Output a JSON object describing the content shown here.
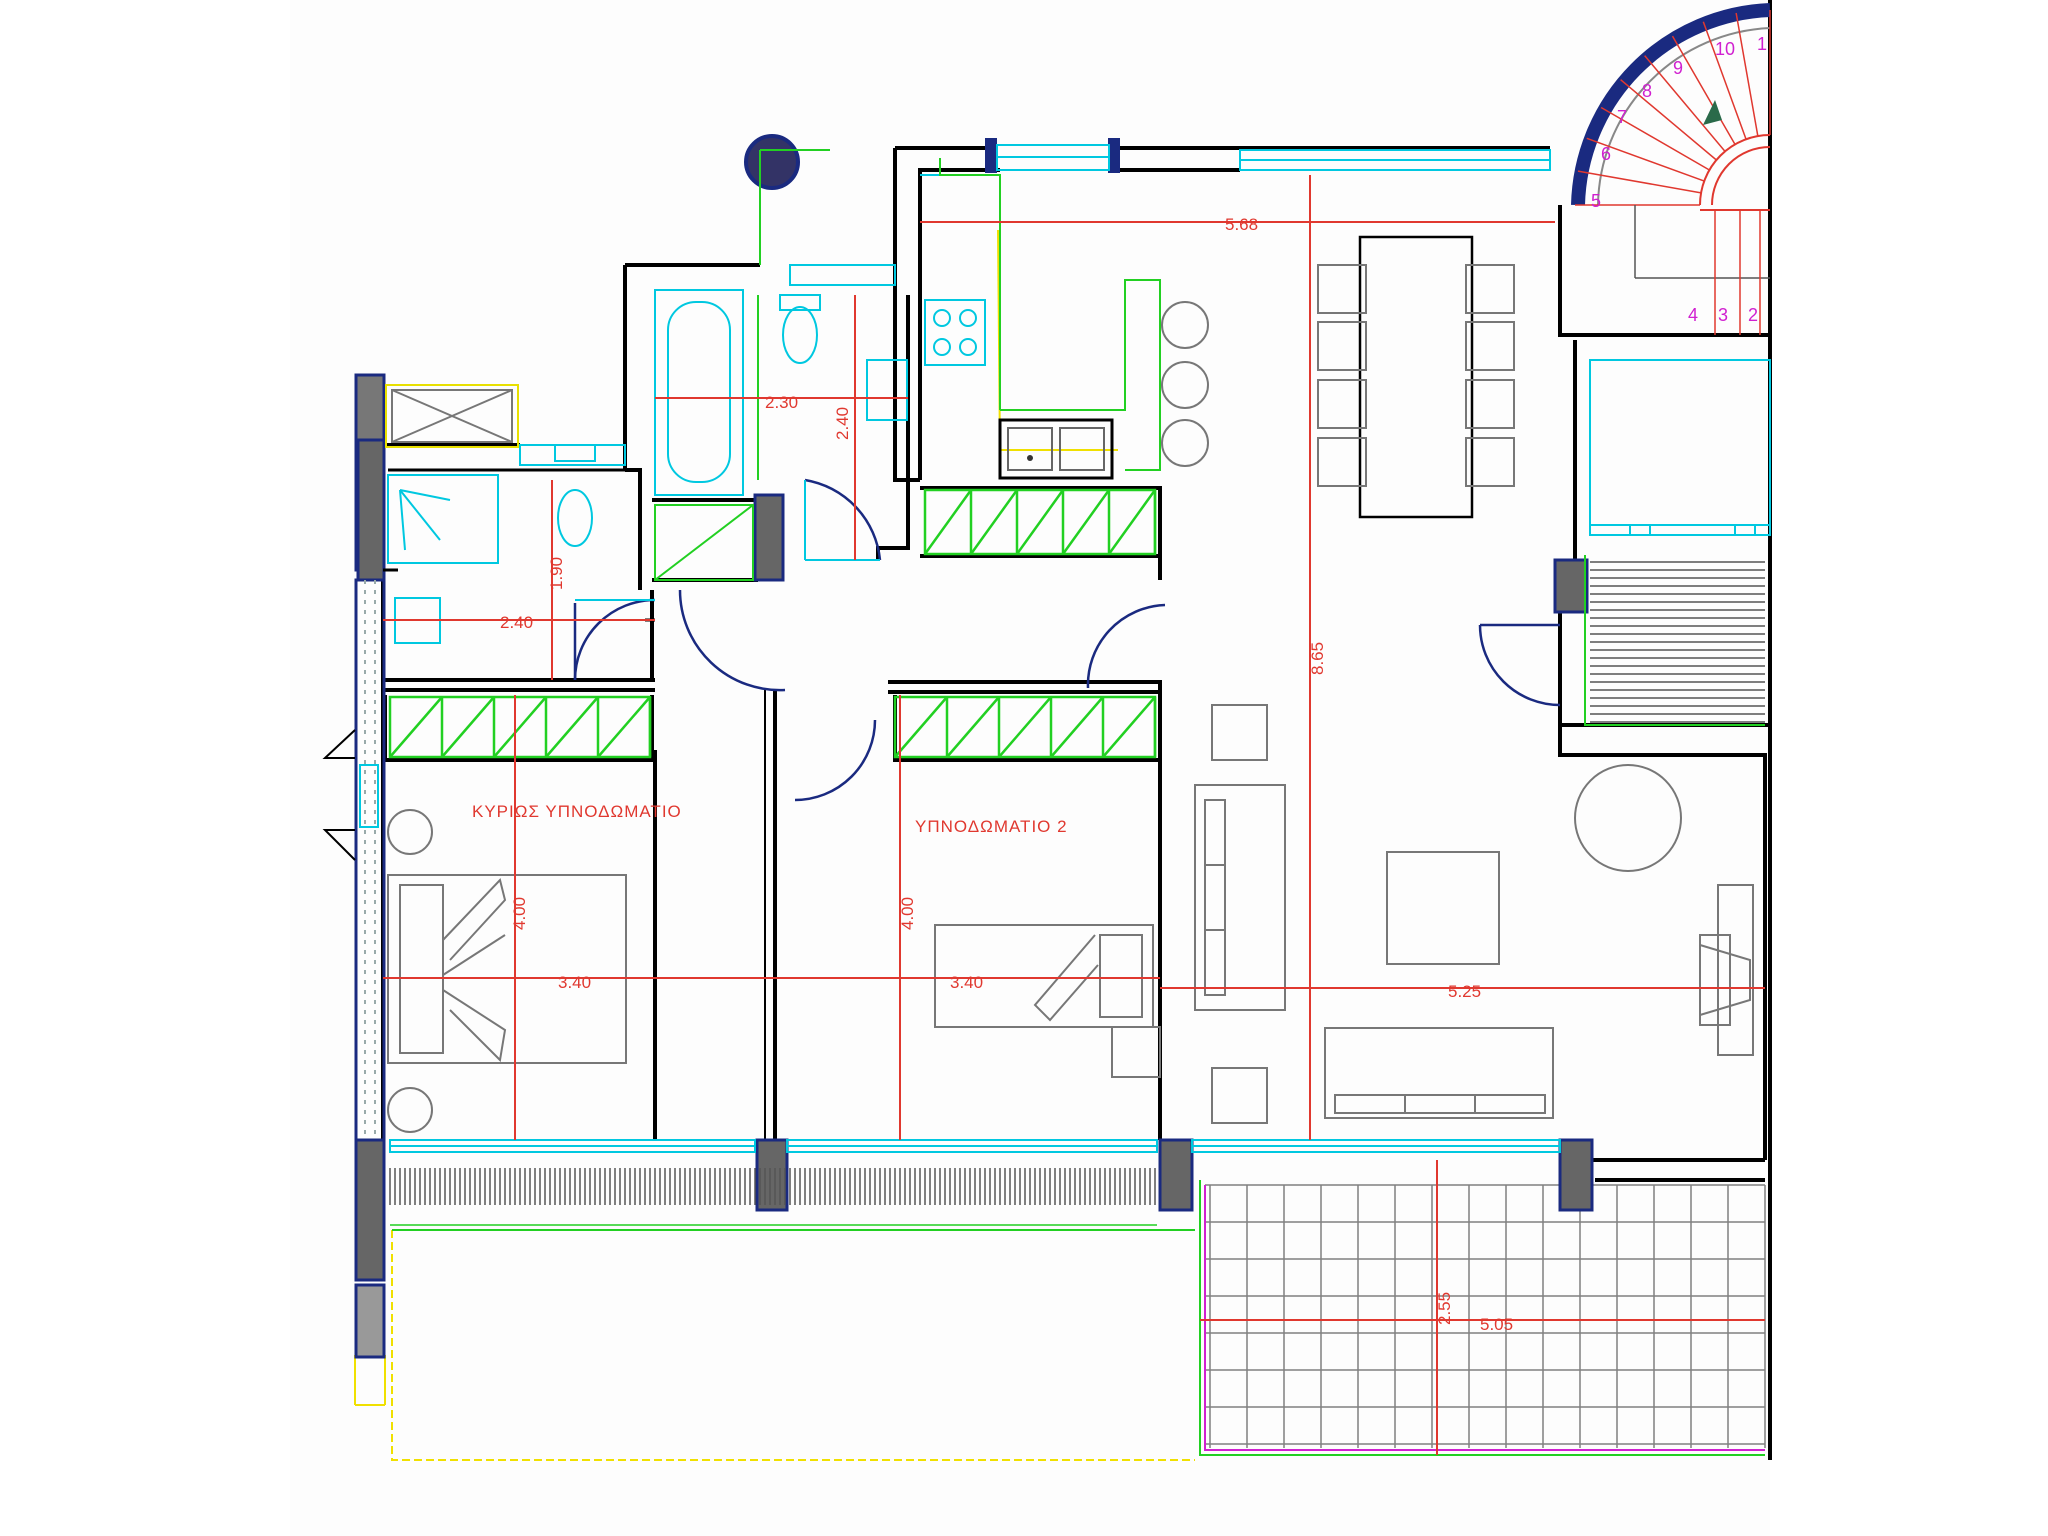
{
  "rooms": {
    "master_bedroom": "ΚΥΡΙΩΣ ΥΠΝΟΔΩΜΑΤΙΟ",
    "bedroom_2": "ΥΠΝΟΔΩΜΑΤΙΟ 2"
  },
  "dimensions": {
    "living_width": "5.68",
    "bath_width": "2.30",
    "bath_depth": "2.40",
    "ensuite_depth": "1.90",
    "ensuite_width": "2.40",
    "master_depth": "4.00",
    "master_width": "3.40",
    "bed2_depth": "4.00",
    "bed2_width": "3.40",
    "living_depth": "8.65",
    "living_lower_width": "5.25",
    "veranda_depth": "2.55",
    "veranda_width": "5.05"
  },
  "stairs": {
    "steps": [
      "1",
      "2",
      "3",
      "4",
      "5",
      "6",
      "7",
      "8",
      "9",
      "10"
    ]
  },
  "colors": {
    "wall": "#000000",
    "dimension": "#e0382f",
    "fixture": "#00c8e0",
    "storage": "#22d022",
    "furniture": "#808080",
    "column": "#1a2a80",
    "stair_numbers": "#d020d0",
    "guide": "#e8e000"
  }
}
